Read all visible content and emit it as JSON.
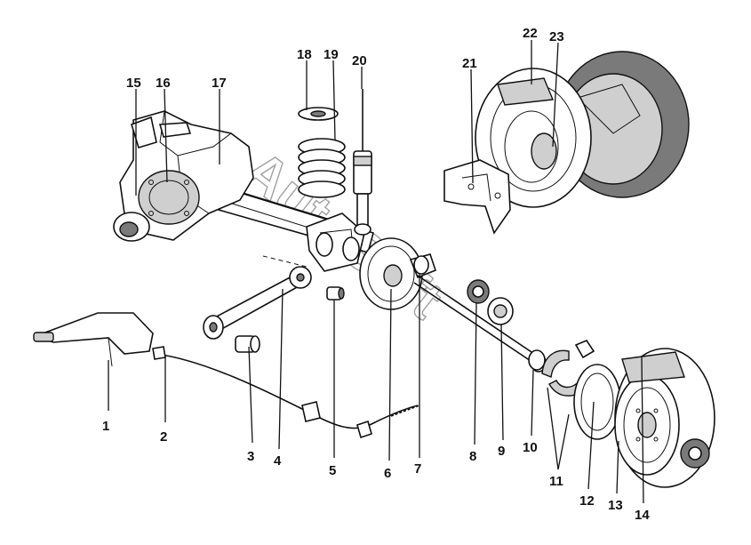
{
  "watermark": "AutoSoft",
  "callouts": [
    {
      "id": "1",
      "label": "1"
    },
    {
      "id": "2",
      "label": "2"
    },
    {
      "id": "3",
      "label": "3"
    },
    {
      "id": "4",
      "label": "4"
    },
    {
      "id": "5",
      "label": "5"
    },
    {
      "id": "6",
      "label": "6"
    },
    {
      "id": "7",
      "label": "7"
    },
    {
      "id": "8",
      "label": "8"
    },
    {
      "id": "9",
      "label": "9"
    },
    {
      "id": "10",
      "label": "10"
    },
    {
      "id": "11",
      "label": "11"
    },
    {
      "id": "12",
      "label": "12"
    },
    {
      "id": "13",
      "label": "13"
    },
    {
      "id": "14",
      "label": "14"
    },
    {
      "id": "15",
      "label": "15"
    },
    {
      "id": "16",
      "label": "16"
    },
    {
      "id": "17",
      "label": "17"
    },
    {
      "id": "18",
      "label": "18"
    },
    {
      "id": "19",
      "label": "19"
    },
    {
      "id": "20",
      "label": "20"
    },
    {
      "id": "21",
      "label": "21"
    },
    {
      "id": "22",
      "label": "22"
    },
    {
      "id": "23",
      "label": "23"
    }
  ]
}
